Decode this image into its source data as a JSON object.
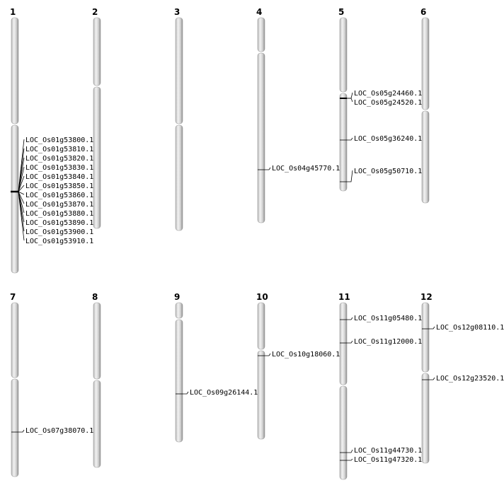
{
  "chromosomes": [
    {
      "name": "1",
      "genes": [
        "LOC_Os01g53800.1",
        "LOC_Os01g53810.1",
        "LOC_Os01g53820.1",
        "LOC_Os01g53830.1",
        "LOC_Os01g53840.1",
        "LOC_Os01g53850.1",
        "LOC_Os01g53860.1",
        "LOC_Os01g53870.1",
        "LOC_Os01g53880.1",
        "LOC_Os01g53890.1",
        "LOC_Os01g53900.1",
        "LOC_Os01g53910.1"
      ]
    },
    {
      "name": "2",
      "genes": []
    },
    {
      "name": "3",
      "genes": []
    },
    {
      "name": "4",
      "genes": [
        "LOC_Os04g45770.1"
      ]
    },
    {
      "name": "5",
      "genes": [
        "LOC_Os05g24460.1",
        "LOC_Os05g24520.1",
        "LOC_Os05g36240.1",
        "LOC_Os05g50710.1"
      ]
    },
    {
      "name": "6",
      "genes": []
    },
    {
      "name": "7",
      "genes": [
        "LOC_Os07g38070.1"
      ]
    },
    {
      "name": "8",
      "genes": []
    },
    {
      "name": "9",
      "genes": [
        "LOC_Os09g26144.1"
      ]
    },
    {
      "name": "10",
      "genes": [
        "LOC_Os10g18060.1"
      ]
    },
    {
      "name": "11",
      "genes": [
        "LOC_Os11g05480.1",
        "LOC_Os11g12000.1",
        "LOC_Os11g44730.1",
        "LOC_Os11g47320.1"
      ]
    },
    {
      "name": "12",
      "genes": [
        "LOC_Os12g08110.1",
        "LOC_Os12g23520.1"
      ]
    }
  ]
}
